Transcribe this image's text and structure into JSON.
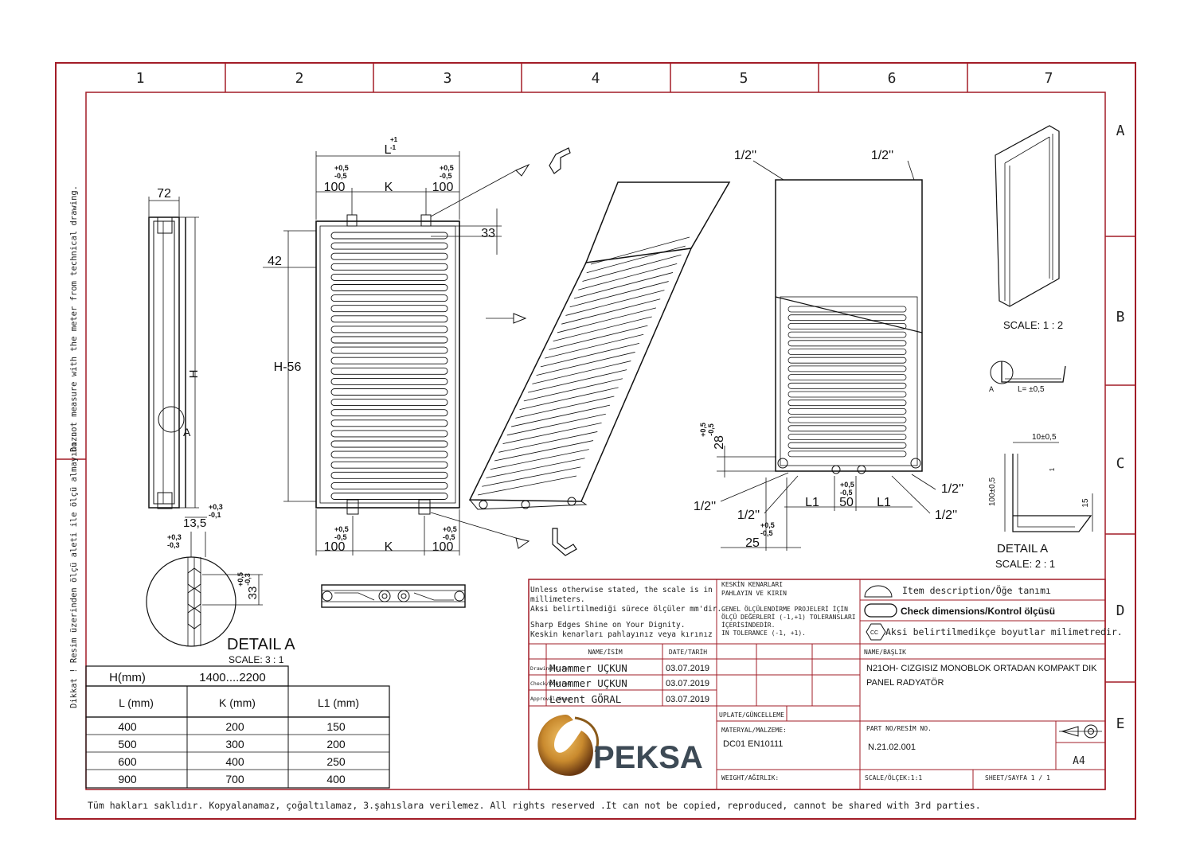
{
  "grid": {
    "columns": [
      "1",
      "2",
      "3",
      "4",
      "5",
      "6",
      "7"
    ],
    "rows": [
      "A",
      "B",
      "C",
      "D",
      "E"
    ]
  },
  "margin_notes": {
    "left_top": "Do not measure with the meter from technical drawing.",
    "left_bottom": "Dikkat ! Resim üzerinden ölçü aleti ile ölçü almayınız.",
    "footer": "Tüm hakları saklıdır. Kopyalanamaz, çoğaltılamaz, 3.şahıslara verilemez. All rights reserved .It can not be copied, reproduced, cannot be shared with 3rd parties."
  },
  "side_view": {
    "width_dim": "72",
    "height_dim": "H",
    "detail_marker": "A",
    "offset_dim": "13,5",
    "offset_tol_top": "+0,3",
    "offset_tol_bottom": "-0,1"
  },
  "front_view": {
    "length_dim": "L",
    "length_tol_top": "+1",
    "length_tol_bottom": "-1",
    "top_left_dim": "100",
    "top_mid_dim": "K",
    "top_right_dim": "100",
    "bottom_left_dim": "100",
    "bottom_mid_dim": "K",
    "bottom_right_dim": "100",
    "tol_plus": "+0,5",
    "tol_minus": "-0,5",
    "left_dim": "42",
    "height_dim": "H-56",
    "port_dim": "33"
  },
  "right_view": {
    "pipe_labels": [
      "1/2''",
      "1/2''",
      "1/2''",
      "1/2''",
      "1/2''",
      "1/2''"
    ],
    "l1_left": "L1",
    "center_dim": "50",
    "l1_right": "L1",
    "bottom_dim": "25",
    "side_dim": "28",
    "tol_plus": "+0,5",
    "tol_minus": "-0,5"
  },
  "detail_a": {
    "title": "DETAIL A",
    "scale": "SCALE: 3 : 1",
    "dim": "33",
    "tol_plus": "+0,5",
    "tol_minus": "-0,3",
    "tol_plus2": "+0,3",
    "tol_minus2": "-0,3"
  },
  "bracket": {
    "scale": "SCALE: 1 : 2",
    "tolerance": "L= ±0,5",
    "marker": "A",
    "detail_title": "DETAIL A",
    "detail_scale": "SCALE: 2 : 1",
    "dim_top": "10±0,5",
    "dim_side": "100±0,5",
    "dim_right": "15",
    "dim_small": "1"
  },
  "size_table": {
    "h_label": "H(mm)",
    "h_range": "1400....2200",
    "headers": [
      "L (mm)",
      "K (mm)",
      "L1 (mm)"
    ],
    "rows": [
      [
        "400",
        "200",
        "150"
      ],
      [
        "500",
        "300",
        "200"
      ],
      [
        "600",
        "400",
        "250"
      ],
      [
        "900",
        "700",
        "400"
      ]
    ]
  },
  "title_block": {
    "notes": [
      "Unless otherwise stated, the scale is in",
      "millimeters.",
      "Aksi belirtilmediği sürece ölçüler mm'dir.",
      "Sharp Edges Shine on Your Dignity.",
      "Keskin kenarları pahlayınız veya kırınız"
    ],
    "edge_note": [
      "KESKİN KENARLARI",
      "PAHLAYIN VE KIRIN"
    ],
    "tolerance_note": [
      "GENEL ÖLÇÜLENDİRME PROJELERİ İÇİN",
      "ÖLÇÜ DEĞERLERİ (-1,+1) TOLERANSLARI",
      "İÇERİSİNDEDİR.",
      "IN TOLERANCE (-1, +1)."
    ],
    "symbol_notes": [
      "Item description/Öğe tanımı",
      "Check dimensions/Kontrol ölçüsü",
      "Aksi belirtilmedikçe boyutlar milimetredir."
    ],
    "cc_label": "CC",
    "name_header": "NAME/İSİM",
    "date_header": "DATE/TARİH",
    "title_header": "NAME/BAŞLIK",
    "people": [
      {
        "role": "Drawing/Çizen",
        "name": "Muammer UÇKUN",
        "date": "03.07.2019"
      },
      {
        "role": "Check/Kontrol",
        "name": "Muammer UÇKUN",
        "date": "03.07.2019"
      },
      {
        "role": "Approval/Onay",
        "name": "Levent GÖRAL",
        "date": "03.07.2019"
      }
    ],
    "title_lines": [
      "N21OH- CIZGISIZ MONOBLOK ORTADAN KOMPAKT DIK",
      "PANEL RADYATÖR"
    ],
    "update_label": "UPLATE/GÜNCELLEME",
    "material_label": "MATERYAL/MALZEME:",
    "material": "DC01 EN10111",
    "part_label": "PART NO/RESİM NO.",
    "part_no": "N.21.02.001",
    "weight_label": "WEIGHT/AĞIRLIK:",
    "scale_label": "SCALE/ÖLÇEK:1:1",
    "sheet_label": "SHEET/SAYFA 1 / 1",
    "paper_size": "A4",
    "logo_text": "PEKSA"
  },
  "colors": {
    "frame": "#a21c27",
    "logo_gold": "#c98a2e",
    "logo_text": "#3d4a55"
  }
}
